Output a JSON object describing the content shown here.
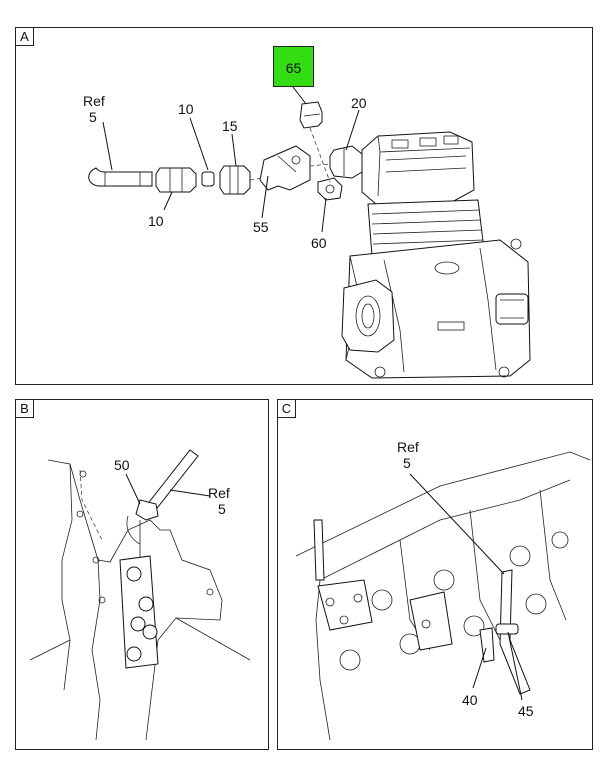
{
  "panels": {
    "a": {
      "tag": "A",
      "callouts": {
        "ref": "Ref",
        "ref_num": "5",
        "c10_top": "10",
        "c15": "15",
        "c10_bot": "10",
        "c55": "55",
        "c65": "65",
        "c20": "20",
        "c60": "60"
      },
      "highlight_color": "#33dd11"
    },
    "b": {
      "tag": "B",
      "callouts": {
        "c50": "50",
        "ref": "Ref",
        "ref_num": "5"
      }
    },
    "c": {
      "tag": "C",
      "callouts": {
        "ref": "Ref",
        "ref_num": "5",
        "c40": "40",
        "c45": "45"
      }
    }
  }
}
